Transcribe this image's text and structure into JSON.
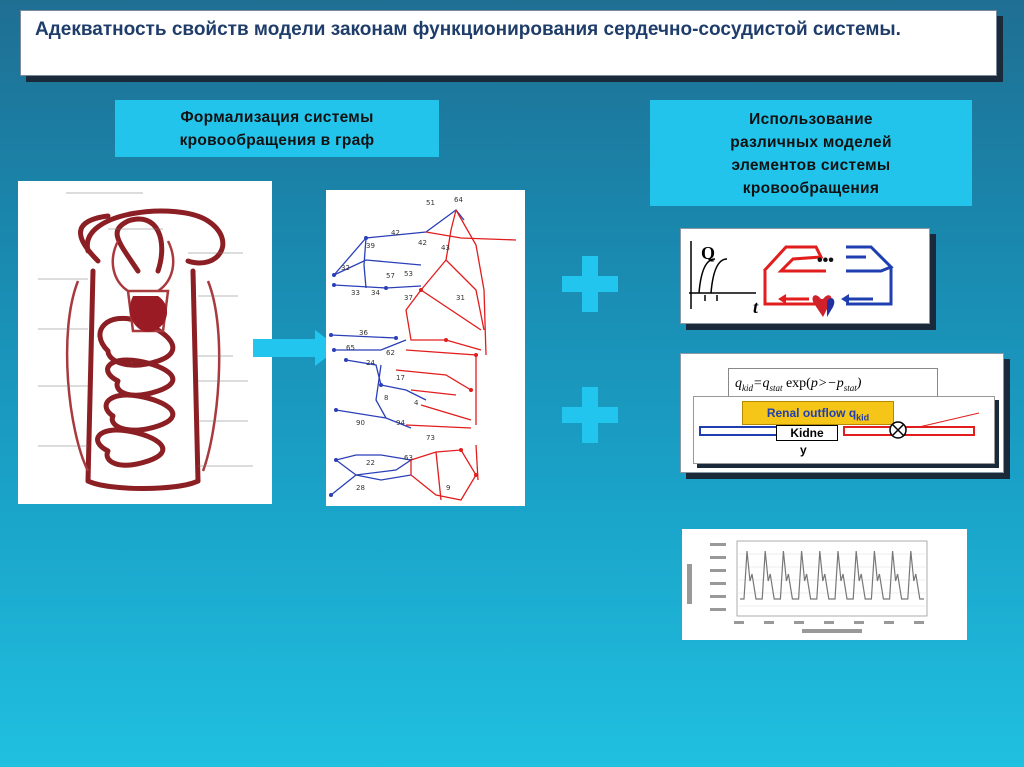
{
  "title": "Адекватность свойств модели законам функционирования сердечно-сосудистой системы.",
  "left_label": {
    "line1": "Формализация системы",
    "line2": "кровообращения в граф"
  },
  "right_label": {
    "line1": "Использование",
    "line2": "различных моделей",
    "line3": "элементов системы",
    "line4": "кровообращения"
  },
  "model1": {
    "q_label": "Q",
    "t_label": "t",
    "dots": "•••"
  },
  "model2": {
    "formula_left": "q",
    "formula_sub": "kid",
    "formula_rest": "=q",
    "formula_sub2": "stat",
    "formula_exp": "exp(",
    "formula_p": "p>−p",
    "formula_sub3": "stat",
    "formula_close": ")",
    "renal_text": "Renal outflow q",
    "renal_sub": "kid",
    "kidney_line1": "Kidne",
    "kidney_line2": "y"
  },
  "colors": {
    "accent_label": "#23c4ec",
    "title_text": "#1f3d6b",
    "plus": "#22c5ee",
    "red": "#e02020",
    "blue": "#1f3fb0",
    "vessel": "#8b1f24"
  }
}
